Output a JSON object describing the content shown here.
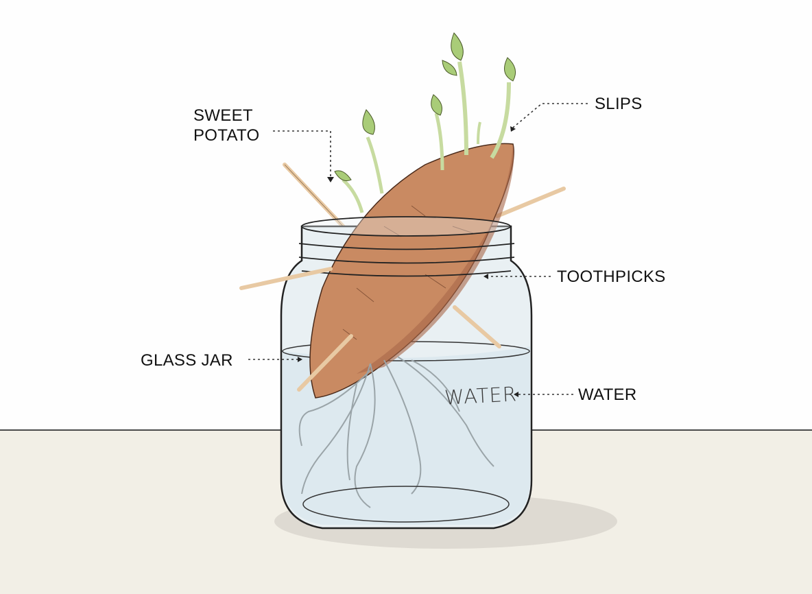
{
  "diagram": {
    "subject": "Sweet potato propagation in a glass jar of water",
    "labels": {
      "sweet_potato": "SWEET\nPOTATO",
      "slips": "SLIPS",
      "toothpicks": "TOOTHPICKS",
      "glass_jar": "GLASS JAR",
      "water": "WATER"
    },
    "jar_text": "WATER",
    "colors": {
      "background": "#fefefe",
      "table": "#f2efe6",
      "potato": "#c98a62",
      "potato_shadow": "#a8684a",
      "leaf": "#a9cc78",
      "stem": "#c7dba0",
      "toothpick": "#e8c9a3",
      "glass": "#e6eef2",
      "water": "#dce8ee",
      "line": "#222222"
    }
  }
}
